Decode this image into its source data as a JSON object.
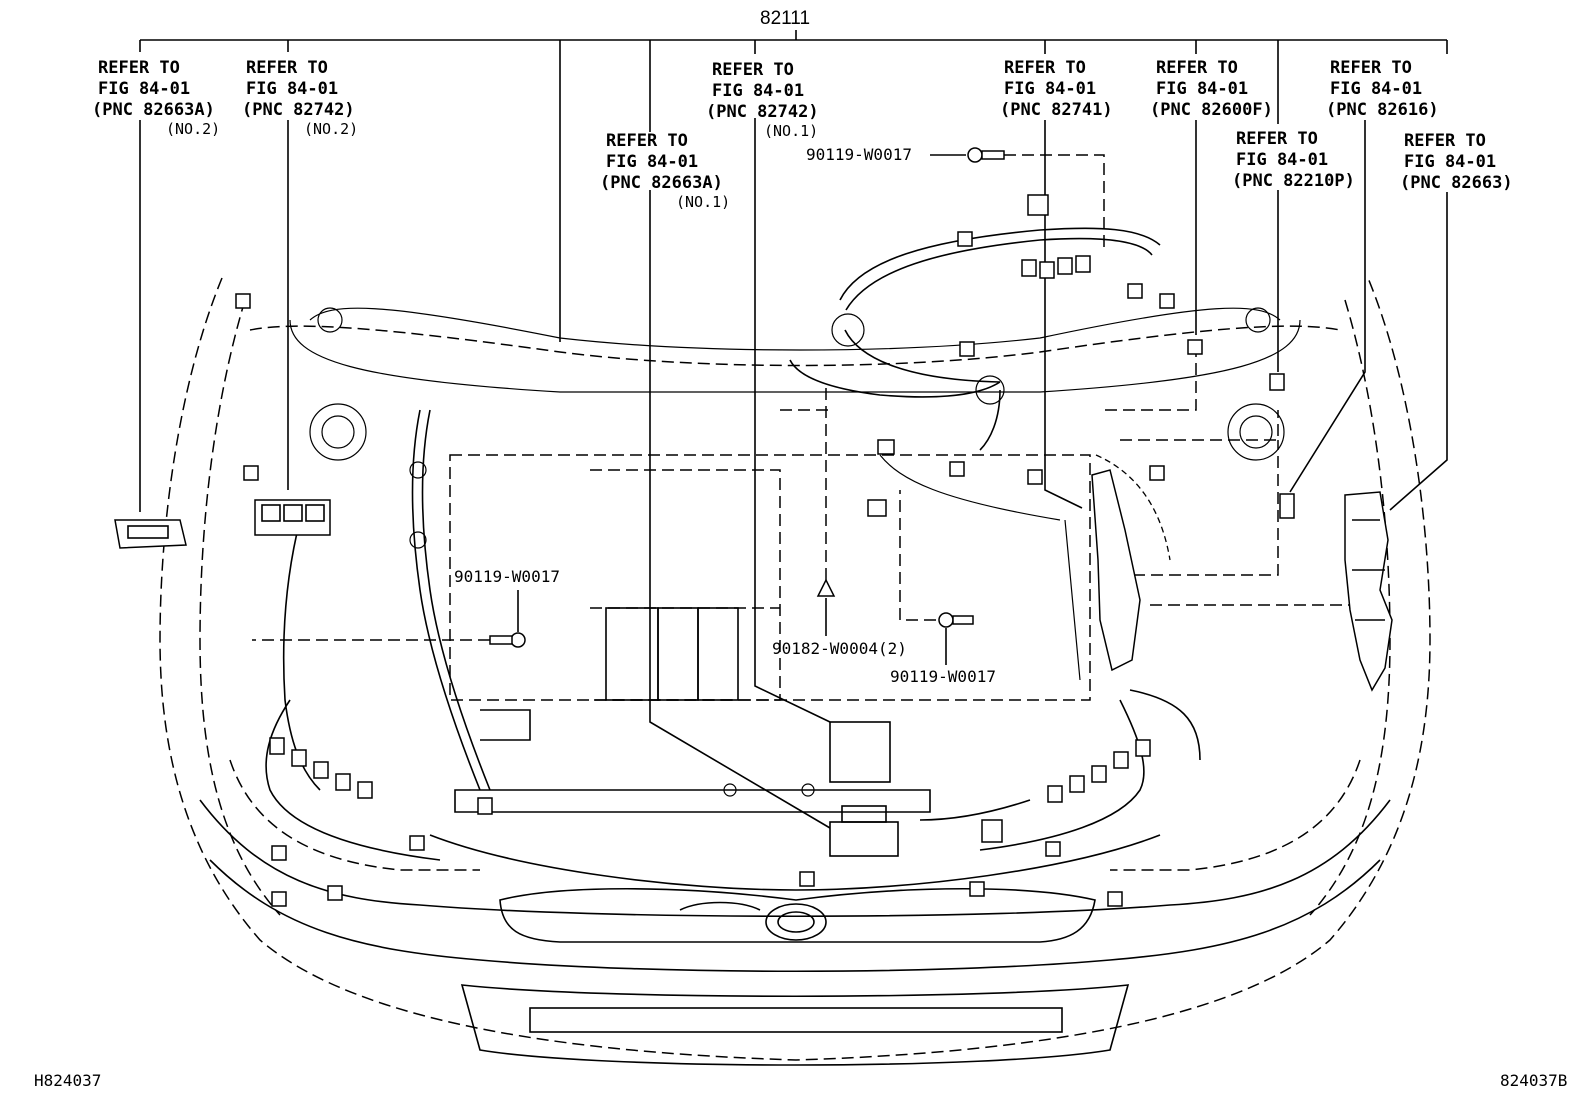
{
  "main_part": "82111",
  "callouts": [
    {
      "l1": "REFER TO",
      "l2": "FIG 84-01",
      "l3": "(PNC 82663A)",
      "note": "(NO.2)"
    },
    {
      "l1": "REFER TO",
      "l2": "FIG 84-01",
      "l3": "(PNC 82742)",
      "note": "(NO.2)"
    },
    {
      "l1": "REFER TO",
      "l2": "FIG 84-01",
      "l3": "(PNC 82663A)",
      "note": "(NO.1)"
    },
    {
      "l1": "REFER TO",
      "l2": "FIG 84-01",
      "l3": "(PNC 82742)",
      "note": "(NO.1)"
    },
    {
      "l1": "REFER TO",
      "l2": "FIG 84-01",
      "l3": "(PNC 82741)",
      "note": ""
    },
    {
      "l1": "REFER TO",
      "l2": "FIG 84-01",
      "l3": "(PNC 82600F)",
      "note": ""
    },
    {
      "l1": "REFER TO",
      "l2": "FIG 84-01",
      "l3": "(PNC 82210P)",
      "note": ""
    },
    {
      "l1": "REFER TO",
      "l2": "FIG 84-01",
      "l3": "(PNC 82616)",
      "note": ""
    },
    {
      "l1": "REFER TO",
      "l2": "FIG 84-01",
      "l3": "(PNC 82663)",
      "note": ""
    }
  ],
  "fasteners": [
    "90119-W0017",
    "90119-W0017",
    "90119-W0017",
    "90182-W0004(2)"
  ],
  "corner_left": "H824037",
  "corner_right": "824037B"
}
